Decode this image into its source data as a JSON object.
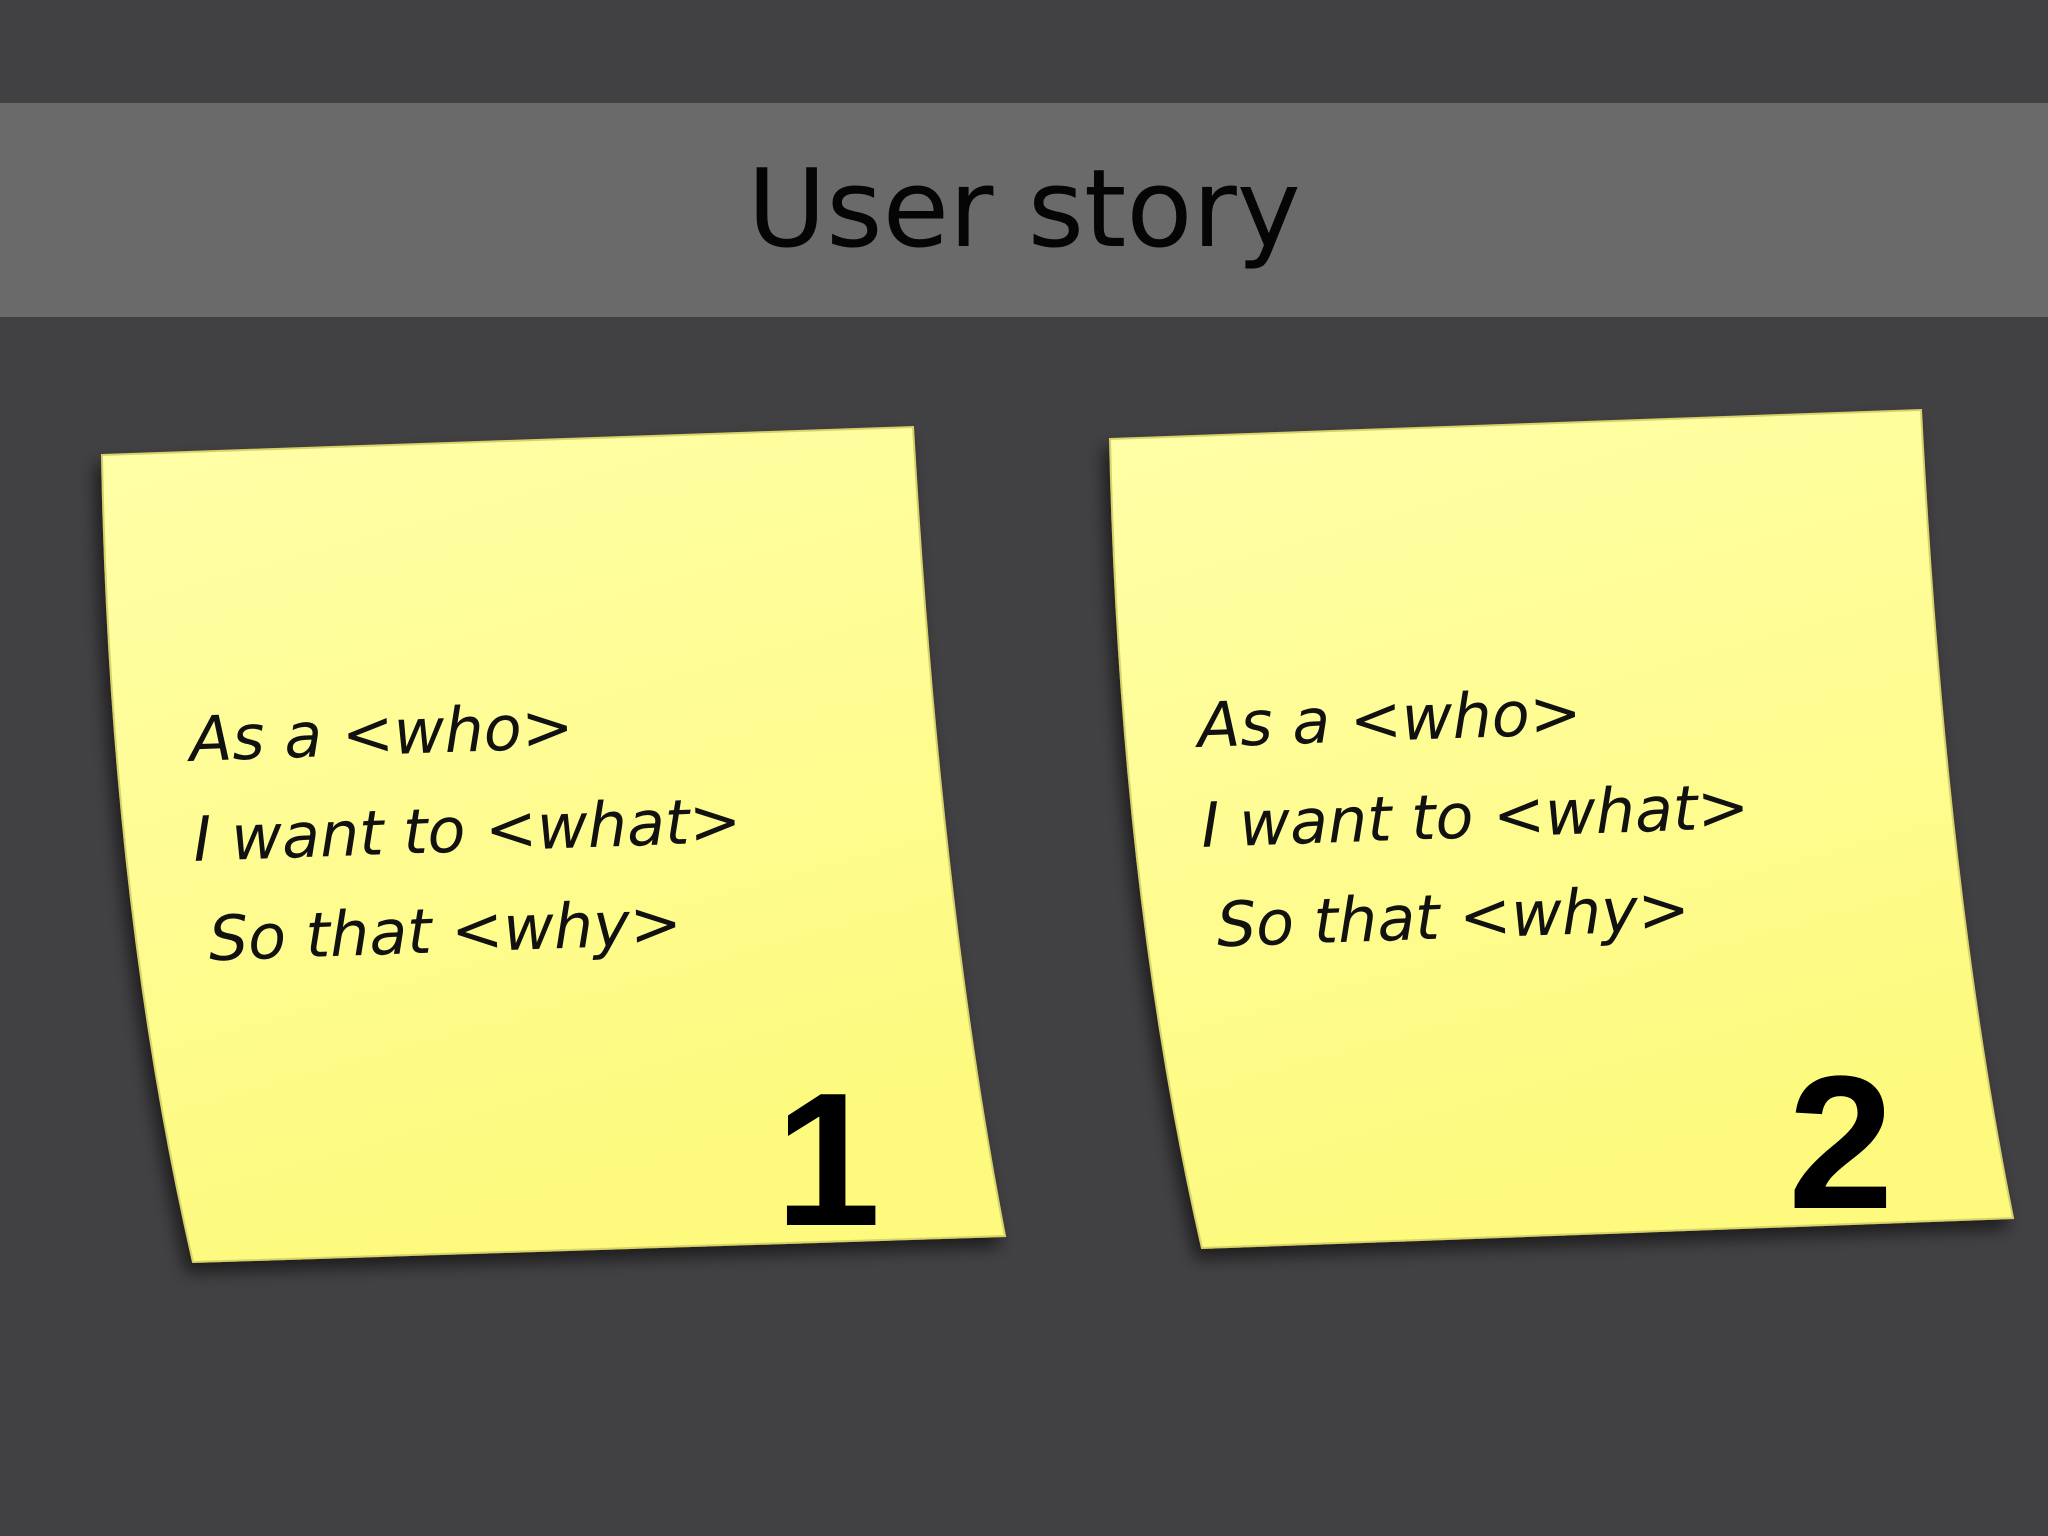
{
  "slide": {
    "title": "User story",
    "background_color": "#414042",
    "title_band_color": "#6a6a6a",
    "note_color": "#fffb8c"
  },
  "notes": [
    {
      "lines": [
        "As a <who>",
        "I want to <what>",
        "So that <why>"
      ],
      "number": "1"
    },
    {
      "lines": [
        "As a <who>",
        "I want to <what>",
        "So that <why>"
      ],
      "number": "2"
    }
  ]
}
